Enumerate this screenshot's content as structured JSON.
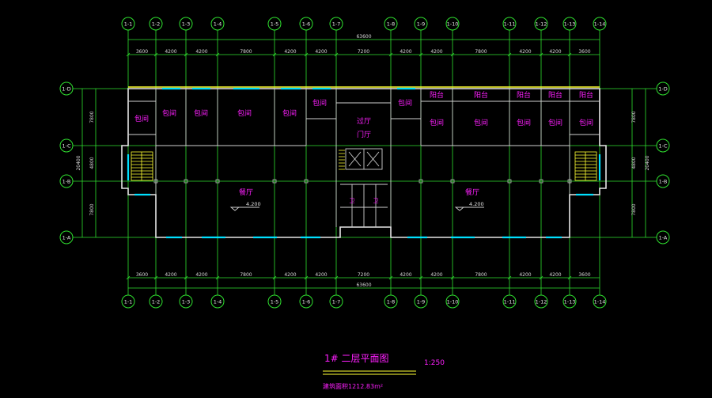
{
  "drawing": {
    "title": "1# 二层平面图",
    "scale": "1:250",
    "area_note": "建筑面积1212.83m²"
  },
  "grid_columns": [
    "1-1",
    "1-2",
    "1-3",
    "1-4",
    "1-5",
    "1-6",
    "1-7",
    "1-8",
    "1-9",
    "1-10",
    "1-11",
    "1-12",
    "1-13",
    "1-14"
  ],
  "grid_rows": [
    "1-D",
    "1-C",
    "1-B",
    "1-A"
  ],
  "dimensions": {
    "column_spans": [
      "3600",
      "4200",
      "4200",
      "7800",
      "4200",
      "4200",
      "7200",
      "4200",
      "4200",
      "7800",
      "4200",
      "4200",
      "3600"
    ],
    "total_width": "63600",
    "row_spans": [
      "7800",
      "4800",
      "7800"
    ],
    "total_depth": "20400"
  },
  "rooms": {
    "private_room": "包间",
    "balcony": "阳台",
    "lobby": "过厅",
    "entrance": "门厅",
    "dining_hall": "餐厅",
    "restroom_mark": "卫"
  },
  "elevations": [
    "4.200",
    "4.200"
  ],
  "colors": {
    "background": "#000000",
    "grid": "#2fe02f",
    "walls": "#e6e6e6",
    "windows": "#00e0ff",
    "labels": "#ff1fff",
    "accent": "#ffff33"
  }
}
